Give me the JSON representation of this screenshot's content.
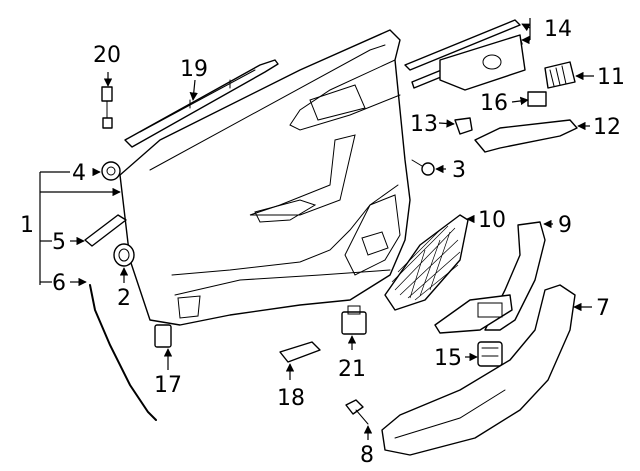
{
  "diagram": {
    "line_color": "#000000",
    "background": "#ffffff",
    "callouts": {
      "c1": "1",
      "c2": "2",
      "c3": "3",
      "c4": "4",
      "c5": "5",
      "c6": "6",
      "c7": "7",
      "c8": "8",
      "c9": "9",
      "c10": "10",
      "c11": "11",
      "c12": "12",
      "c13": "13",
      "c14": "14",
      "c15": "15",
      "c16": "16",
      "c17": "17",
      "c18": "18",
      "c19": "19",
      "c20": "20",
      "c21": "21"
    }
  }
}
